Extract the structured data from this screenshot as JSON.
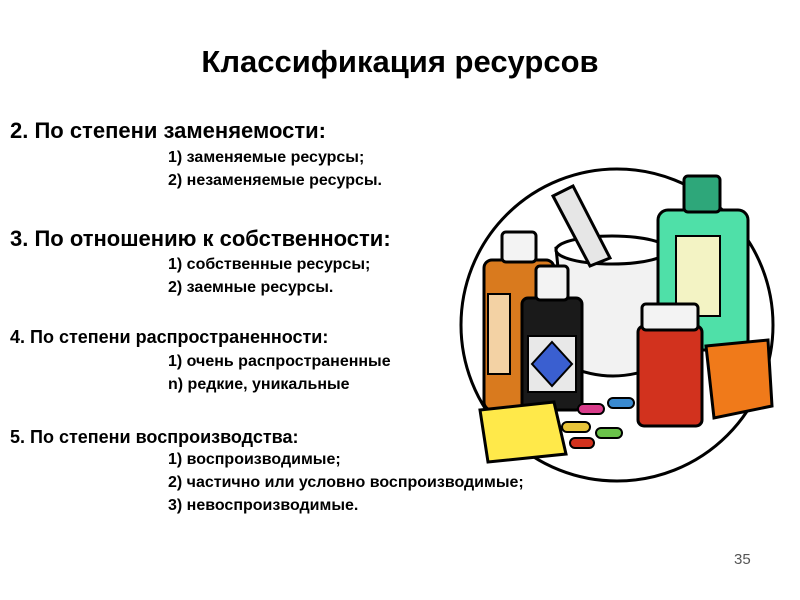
{
  "slide": {
    "title": "Классификация ресурсов",
    "page_number": "35"
  },
  "sections": [
    {
      "heading": "2. По степени заменяемости:",
      "items": [
        "1) заменяемые ресурсы;",
        "2) незаменяемые ресурсы."
      ]
    },
    {
      "heading": "3. По отношению к собственности:",
      "items": [
        "1) собственные ресурсы;",
        "2) заемные ресурсы."
      ]
    },
    {
      "heading": "4. По степени распространенности:",
      "items": [
        "1) очень распространенные",
        "n) редкие, уникальные"
      ]
    },
    {
      "heading": "5. По степени воспроизводства:",
      "items": [
        "1) воспроизводимые;",
        "2) частично или условно воспроизводимые;",
        "3) невоспроизводимые."
      ]
    }
  ],
  "illustration": {
    "icon": "medicine-bottles-illustration",
    "colors": {
      "amber_bottle": "#d97a1e",
      "green_bottle": "#4fe0a8",
      "red_jar": "#d2321e",
      "orange_box": "#f07a1a",
      "yellow_box": "#ffe94a",
      "outline": "#000000"
    }
  }
}
